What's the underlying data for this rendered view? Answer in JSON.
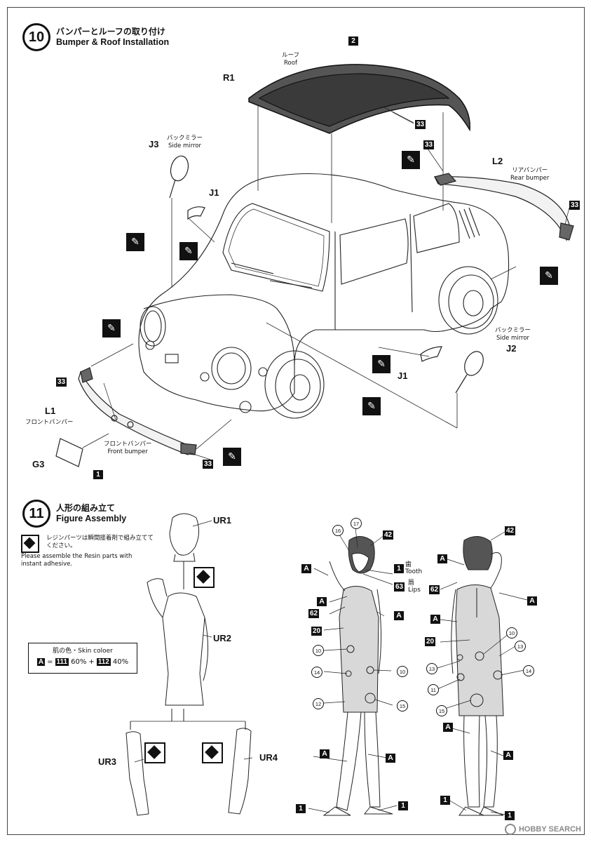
{
  "step10": {
    "number": "10",
    "title_jp": "バンパーとルーフの取り付け",
    "title_en": "Bumper & Roof Installation",
    "parts": {
      "R1": "R1",
      "J3": "J3",
      "J1a": "J1",
      "J1b": "J1",
      "L2": "L2",
      "L1": "L1",
      "G3": "G3",
      "J2": "J2"
    },
    "labels": {
      "roof_jp": "ルーフ",
      "roof_en": "Roof",
      "side_mirror_jp": "バックミラー",
      "side_mirror_en": "Side mirror",
      "rear_bumper_jp": "リアバンパー",
      "rear_bumper_en": "Rear bumper",
      "front_bumper_jp": "フロントバンパー",
      "front_bumper_en": "Front bumper"
    },
    "color_codes": {
      "roof": "2",
      "plate": "1",
      "c33": "33"
    }
  },
  "step11": {
    "number": "11",
    "title_jp": "人形の組み立て",
    "title_en": "Figure Assembly",
    "resin_note_jp": "レジンパーツは瞬間接着剤で組み立ててください。",
    "resin_note_en": "Please assemble the Resin parts with instant adhesive.",
    "parts": {
      "UR1": "UR1",
      "UR2": "UR2",
      "UR3": "UR3",
      "UR4": "UR4"
    },
    "skin": {
      "title": "肌の色・Skin coloer",
      "a": "A",
      "eq": "=",
      "c1": "111",
      "p1": "60%",
      "plus": "+",
      "c2": "112",
      "p2": "40%"
    },
    "tooth_jp": "歯",
    "tooth_en": "Tooth",
    "lips_jp": "唇",
    "lips_en": "Lips",
    "codes": {
      "c1": "1",
      "c10": "10",
      "c11": "11",
      "c12": "12",
      "c13": "13",
      "c14": "14",
      "c15": "15",
      "c16": "16",
      "c17": "17",
      "c20": "20",
      "c42": "42",
      "c62": "62",
      "c63": "63",
      "a": "A"
    }
  },
  "watermark": "HOBBY SEARCH"
}
